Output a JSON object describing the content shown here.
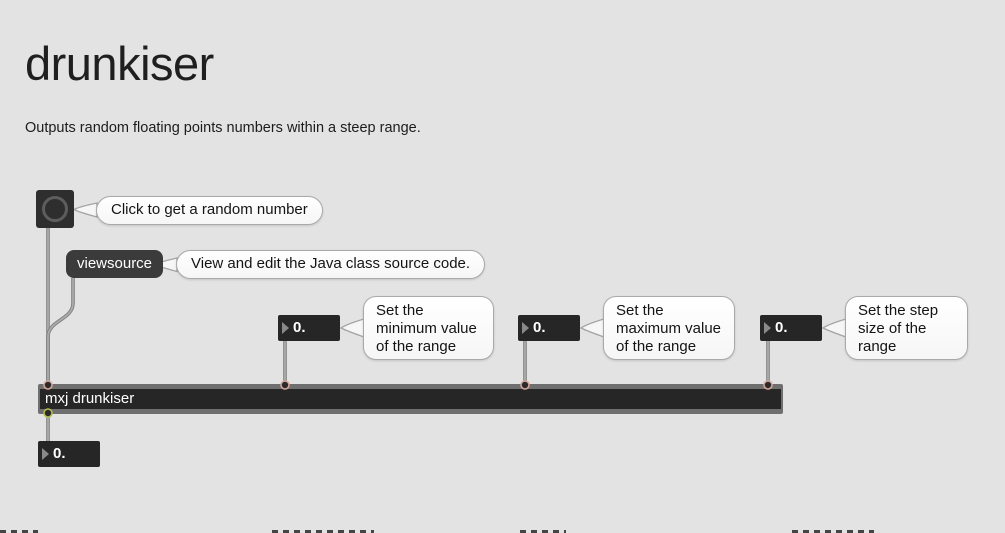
{
  "page": {
    "title": "drunkiser",
    "subtitle": "Outputs random floating points numbers within a steep range."
  },
  "patcher": {
    "bang_button": {
      "type": "button",
      "purpose": "Click to get a random number"
    },
    "message_box": {
      "label": "viewsource"
    },
    "object_box": {
      "label": "mxj drunkiser"
    },
    "number_boxes": [
      {
        "value": "0."
      },
      {
        "value": "0."
      },
      {
        "value": "0."
      },
      {
        "value": "0."
      }
    ],
    "comments": [
      {
        "lines": [
          "Click to get a random number"
        ]
      },
      {
        "lines": [
          "View and edit the Java class source code."
        ]
      },
      {
        "lines": [
          "Set the",
          "minimum value",
          "of the range"
        ]
      },
      {
        "lines": [
          "Set the",
          "maximum value",
          "of the range"
        ]
      },
      {
        "lines": [
          "Set the step",
          "size of the",
          "range"
        ]
      }
    ]
  },
  "colors": {
    "background": "#e3e3e3",
    "box_dark": "#262626",
    "message_box": "#3b3b3b",
    "object_border": "#6f6f6f",
    "bubble_border": "#a9a9a9",
    "patch_cord": "#9a9a9a",
    "inlet_ring": "#d5a79b",
    "outlet_ring": "#b5bd4e",
    "text_light": "#ffffff",
    "text_dark": "#1f1f1f"
  }
}
